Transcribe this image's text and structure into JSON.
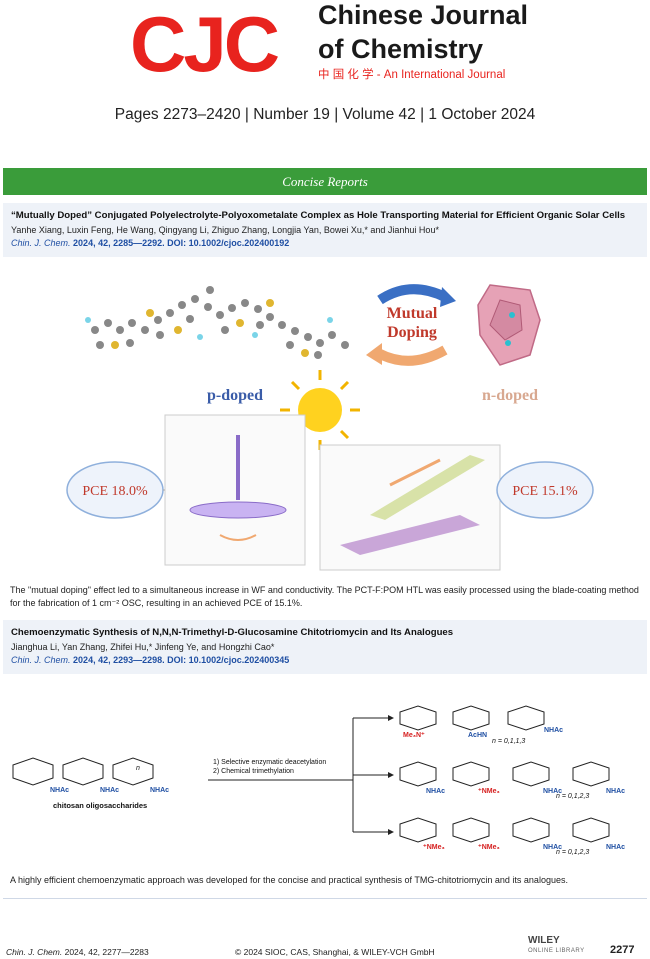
{
  "header": {
    "logo": "CJC",
    "journal_line1": "Chinese Journal",
    "journal_line2": "of Chemistry",
    "journal_sub": "中 国 化 学 - An International Journal",
    "issue_line": "Pages 2273–2420 | Number 19 | Volume 42 | 1 October 2024"
  },
  "section": {
    "title": "Concise Reports"
  },
  "article1": {
    "title": "“Mutually Doped” Conjugated Polyelectrolyte-Polyoxometalate Complex as Hole Transporting Material for Efficient Organic Solar Cells",
    "authors": "Yanhe Xiang, Luxin Feng, He Wang, Qingyang Li, Zhiguo Zhang, Longjia Yan, Bowei Xu,* and Jianhui Hou*",
    "ref_journal": "Chin. J. Chem.",
    "ref_year_vol": "2024, 42,",
    "ref_pages": "2285—2292. DOI: 10.1002/cjoc.202400192",
    "graphic": {
      "mutual": "Mutual",
      "doping": "Doping",
      "p_doped": "p-doped",
      "n_doped": "n-doped",
      "pce_left": "PCE 18.0%",
      "pce_right": "PCE 15.1%"
    },
    "caption": "The \"mutual doping\" effect led to a simultaneous increase in WF and conductivity. The PCT-F:POM HTL was easily processed using the blade-coating method for the fabrication of 1 cm⁻² OSC, resulting in an achieved PCE of 15.1%."
  },
  "article2": {
    "title": "Chemoenzymatic Synthesis of N,N,N-Trimethyl-D-Glucosamine Chitotriomycin and Its Analogues",
    "authors": "Jianghua Li, Yan Zhang, Zhifei Hu,* Jinfeng Ye, and Hongzhi Cao*",
    "ref_journal": "Chin. J. Chem.",
    "ref_year_vol": "2024, 42,",
    "ref_pages": "2293—2298. DOI: 10.1002/cjoc.202400345",
    "graphic": {
      "start_label": "chitosan oligosaccharides",
      "step1": "1) Selective enzymatic deacetylation",
      "step2": "2) Chemical trimethylation",
      "nhac": "NHAc",
      "achn": "AcHN",
      "nme3": "⁺NMe₃",
      "me3n": "Me₃N⁺",
      "n_label_start": "n",
      "n_label1": "n = 0,1,1,3",
      "n_label2": "n = 0,1,2,3",
      "n_label3": "n = 0,1,2,3"
    },
    "caption": "A highly efficient chemoenzymatic approach was developed for the concise and practical synthesis of TMG-chitotriomycin and its analogues."
  },
  "footer": {
    "left_journal": "Chin. J. Chem.",
    "left_rest": "2024, 42, 2277—2283",
    "center": "© 2024 SIOC, CAS, Shanghai, & WILEY-VCH GmbH",
    "wiley": "WILEY",
    "wiley_sub": "ONLINE LIBRARY",
    "page": "2277"
  },
  "colors": {
    "accent_green": "#3a9c3a",
    "logo_red": "#e8231e",
    "ref_blue": "#1f4fa3",
    "head_bg": "#eef2f8"
  }
}
